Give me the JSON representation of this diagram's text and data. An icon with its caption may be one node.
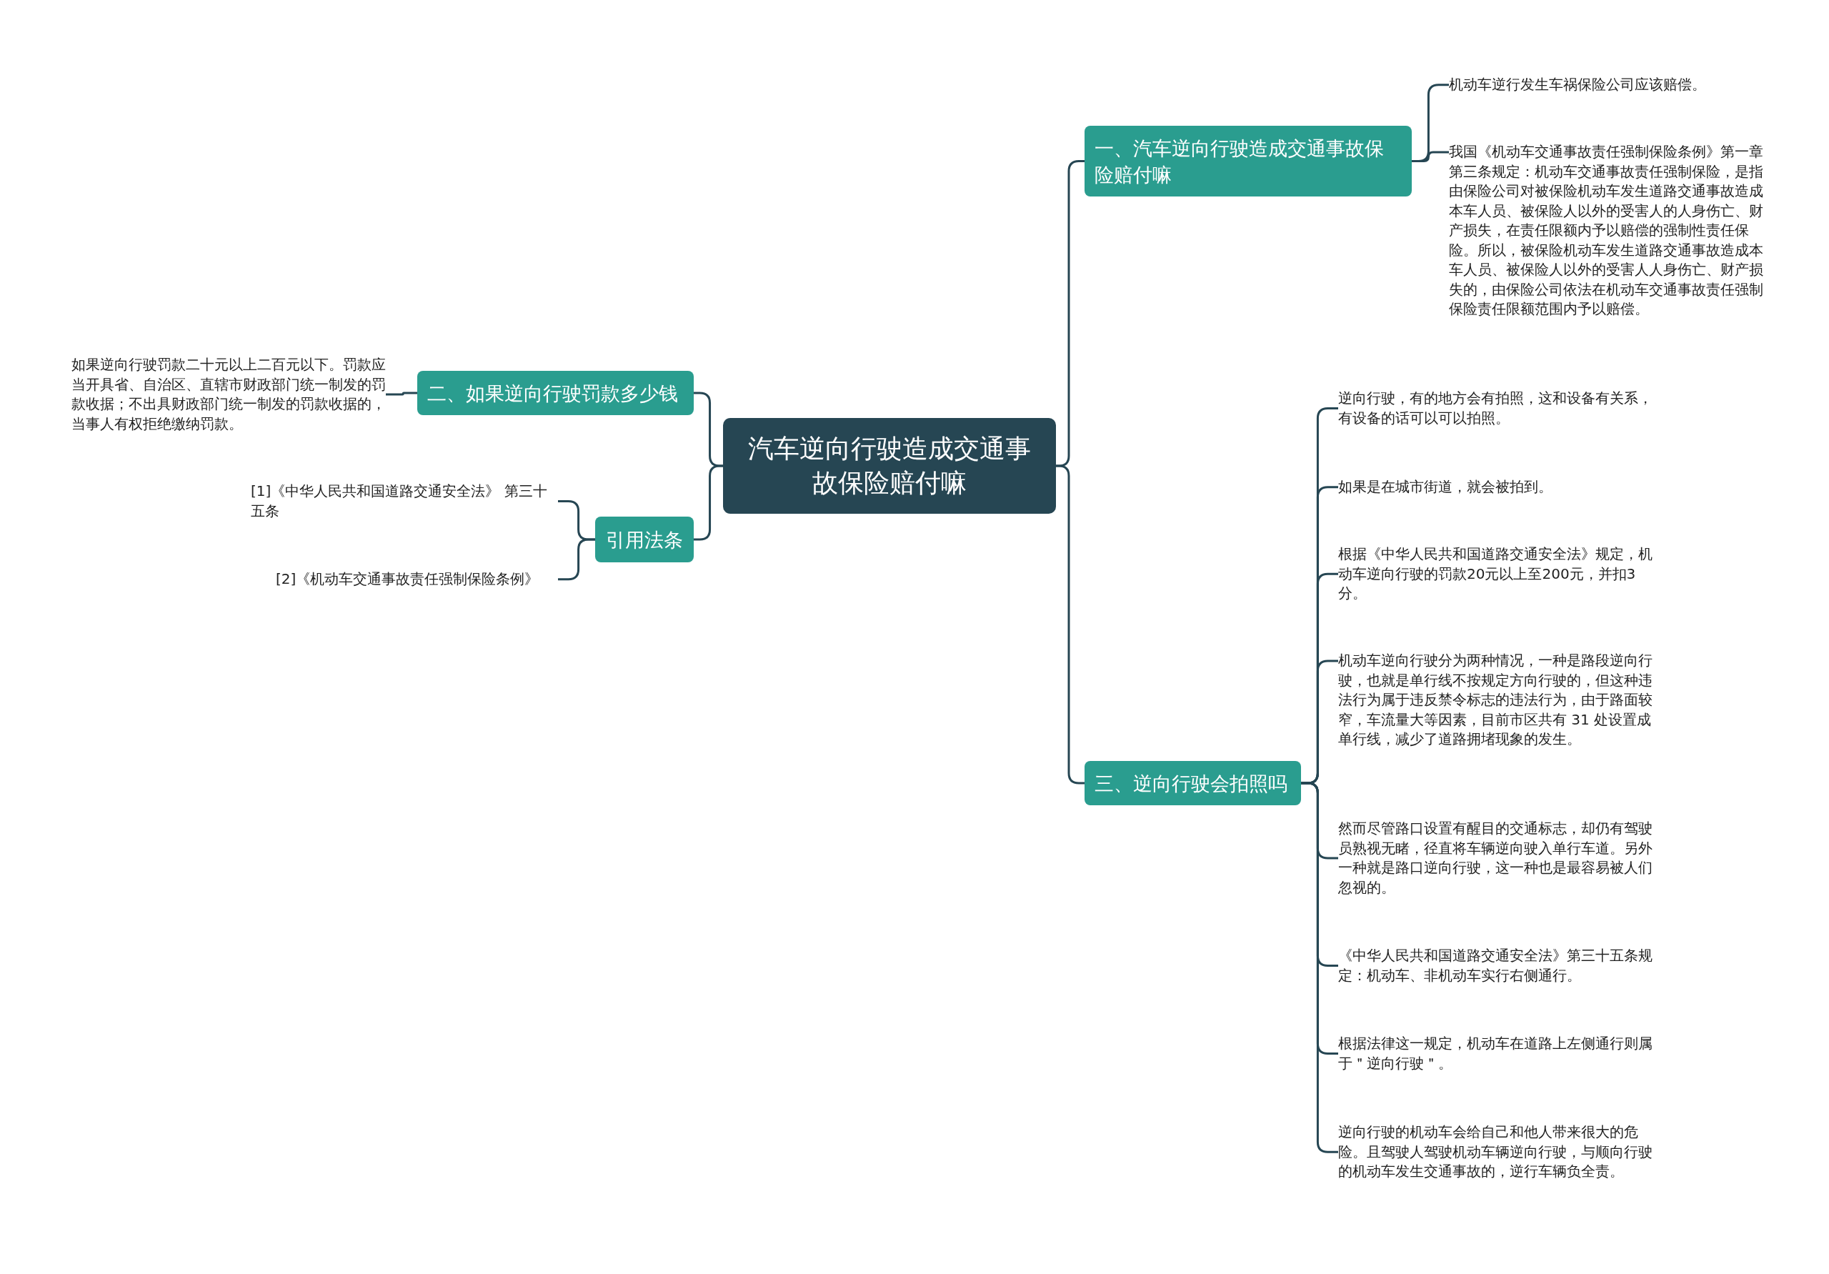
{
  "diagram": {
    "nodes": [
      {
        "text": [
          "汽车逆向行驶造成交通事故保险赔付嘛"
        ]
      },
      {
        "text": [
          "一、汽车逆向行驶造成交通事故保险赔付嘛"
        ]
      },
      {
        "text": [
          "机动车逆行发生车祸保险公司应该赔偿。"
        ]
      },
      {
        "text": [
          "我国《机动车交通事故责任强制保险条例》第一章第三条规定：机动车交通事故责任强制保险，是指由保险公司对被保险机动车发生道路交通事故造成本车人员、被保险人以外的受害人的人身伤亡、财产损失，在责任限额内予以赔偿的强制性责任保险。所以，被保险机动车发生道路交通事故造成本车人员、被保险人以外的受害人人身伤亡、财产损失的，由保险公司依法在机动车交通事故责任强制保险责任限额范围内予以赔偿。"
        ]
      },
      {
        "text": [
          "二、如果逆向行驶罚款多少钱"
        ]
      },
      {
        "text": [
          "如果逆向行驶罚款二十元以上二百元以下。罚款应当开具省、自治区、直辖市财政部门统一制发的罚款收据；不出具财政部门统一制发的罚款收据的，当事人有权拒绝缴纳罚款。"
        ]
      },
      {
        "text": [
          "引用法条"
        ]
      },
      {
        "text": [
          "[1]《中华人民共和国道路交通安全法》 第三十五条"
        ]
      },
      {
        "text": [
          "[2]《机动车交通事故责任强制保险条例》"
        ]
      },
      {
        "text": [
          "三、逆向行驶会拍照吗"
        ]
      },
      {
        "text": [
          "逆向行驶，有的地方会有拍照，这和设备有关系，有设备的话可以可以拍照。"
        ]
      },
      {
        "text": [
          "如果是在城市街道，就会被拍到。"
        ]
      },
      {
        "text": [
          "根据《中华人民共和国道路交通安全法》规定，机动车逆向行驶的罚款20元以上至200元，并扣3分。"
        ]
      },
      {
        "text": [
          "机动车逆向行驶分为两种情况，一种是路段逆向行驶，也就是单行线不按规定方向行驶的，但这种违法行为属于违反禁令标志的违法行为，由于路面较窄，车流量大等因素，目前市区共有 31 处设置成单行线，减少了道路拥堵现象的发生。"
        ]
      },
      {
        "text": [
          "然而尽管路口设置有醒目的交通标志，却仍有驾驶员熟视无睹，径直将车辆逆向驶入单行车道。另外一种就是路口逆向行驶，这一种也是最容易被人们忽视的。"
        ]
      },
      {
        "text": [
          "《中华人民共和国道路交通安全法》第三十五条规定：机动车、非机动车实行右侧通行。"
        ]
      },
      {
        "text": [
          "根据法律这一规定，机动车在道路上左侧通行则属于＂逆向行驶＂。"
        ]
      },
      {
        "text": [
          "逆向行驶的机动车会给自己和他人带来很大的危险。且驾驶人驾驶机动车辆逆向行驶，与顺向行驶的机动车发生交通事故的，逆行车辆负全责。"
        ]
      }
    ],
    "edges": [
      {
        "from": 0,
        "to": 1,
        "arrow": "none"
      },
      {
        "from": 1,
        "to": 2,
        "arrow": "none"
      },
      {
        "from": 1,
        "to": 3,
        "arrow": "none"
      },
      {
        "from": 0,
        "to": 4,
        "arrow": "none"
      },
      {
        "from": 4,
        "to": 5,
        "arrow": "none"
      },
      {
        "from": 0,
        "to": 6,
        "arrow": "none"
      },
      {
        "from": 6,
        "to": 7,
        "arrow": "none"
      },
      {
        "from": 6,
        "to": 8,
        "arrow": "none"
      },
      {
        "from": 0,
        "to": 9,
        "arrow": "none"
      },
      {
        "from": 9,
        "to": 10,
        "arrow": "none"
      },
      {
        "from": 9,
        "to": 11,
        "arrow": "none"
      },
      {
        "from": 9,
        "to": 12,
        "arrow": "none"
      },
      {
        "from": 9,
        "to": 13,
        "arrow": "none"
      },
      {
        "from": 9,
        "to": 14,
        "arrow": "none"
      },
      {
        "from": 9,
        "to": 15,
        "arrow": "none"
      },
      {
        "from": 9,
        "to": 16,
        "arrow": "none"
      },
      {
        "from": 9,
        "to": 17,
        "arrow": "none"
      }
    ]
  }
}
